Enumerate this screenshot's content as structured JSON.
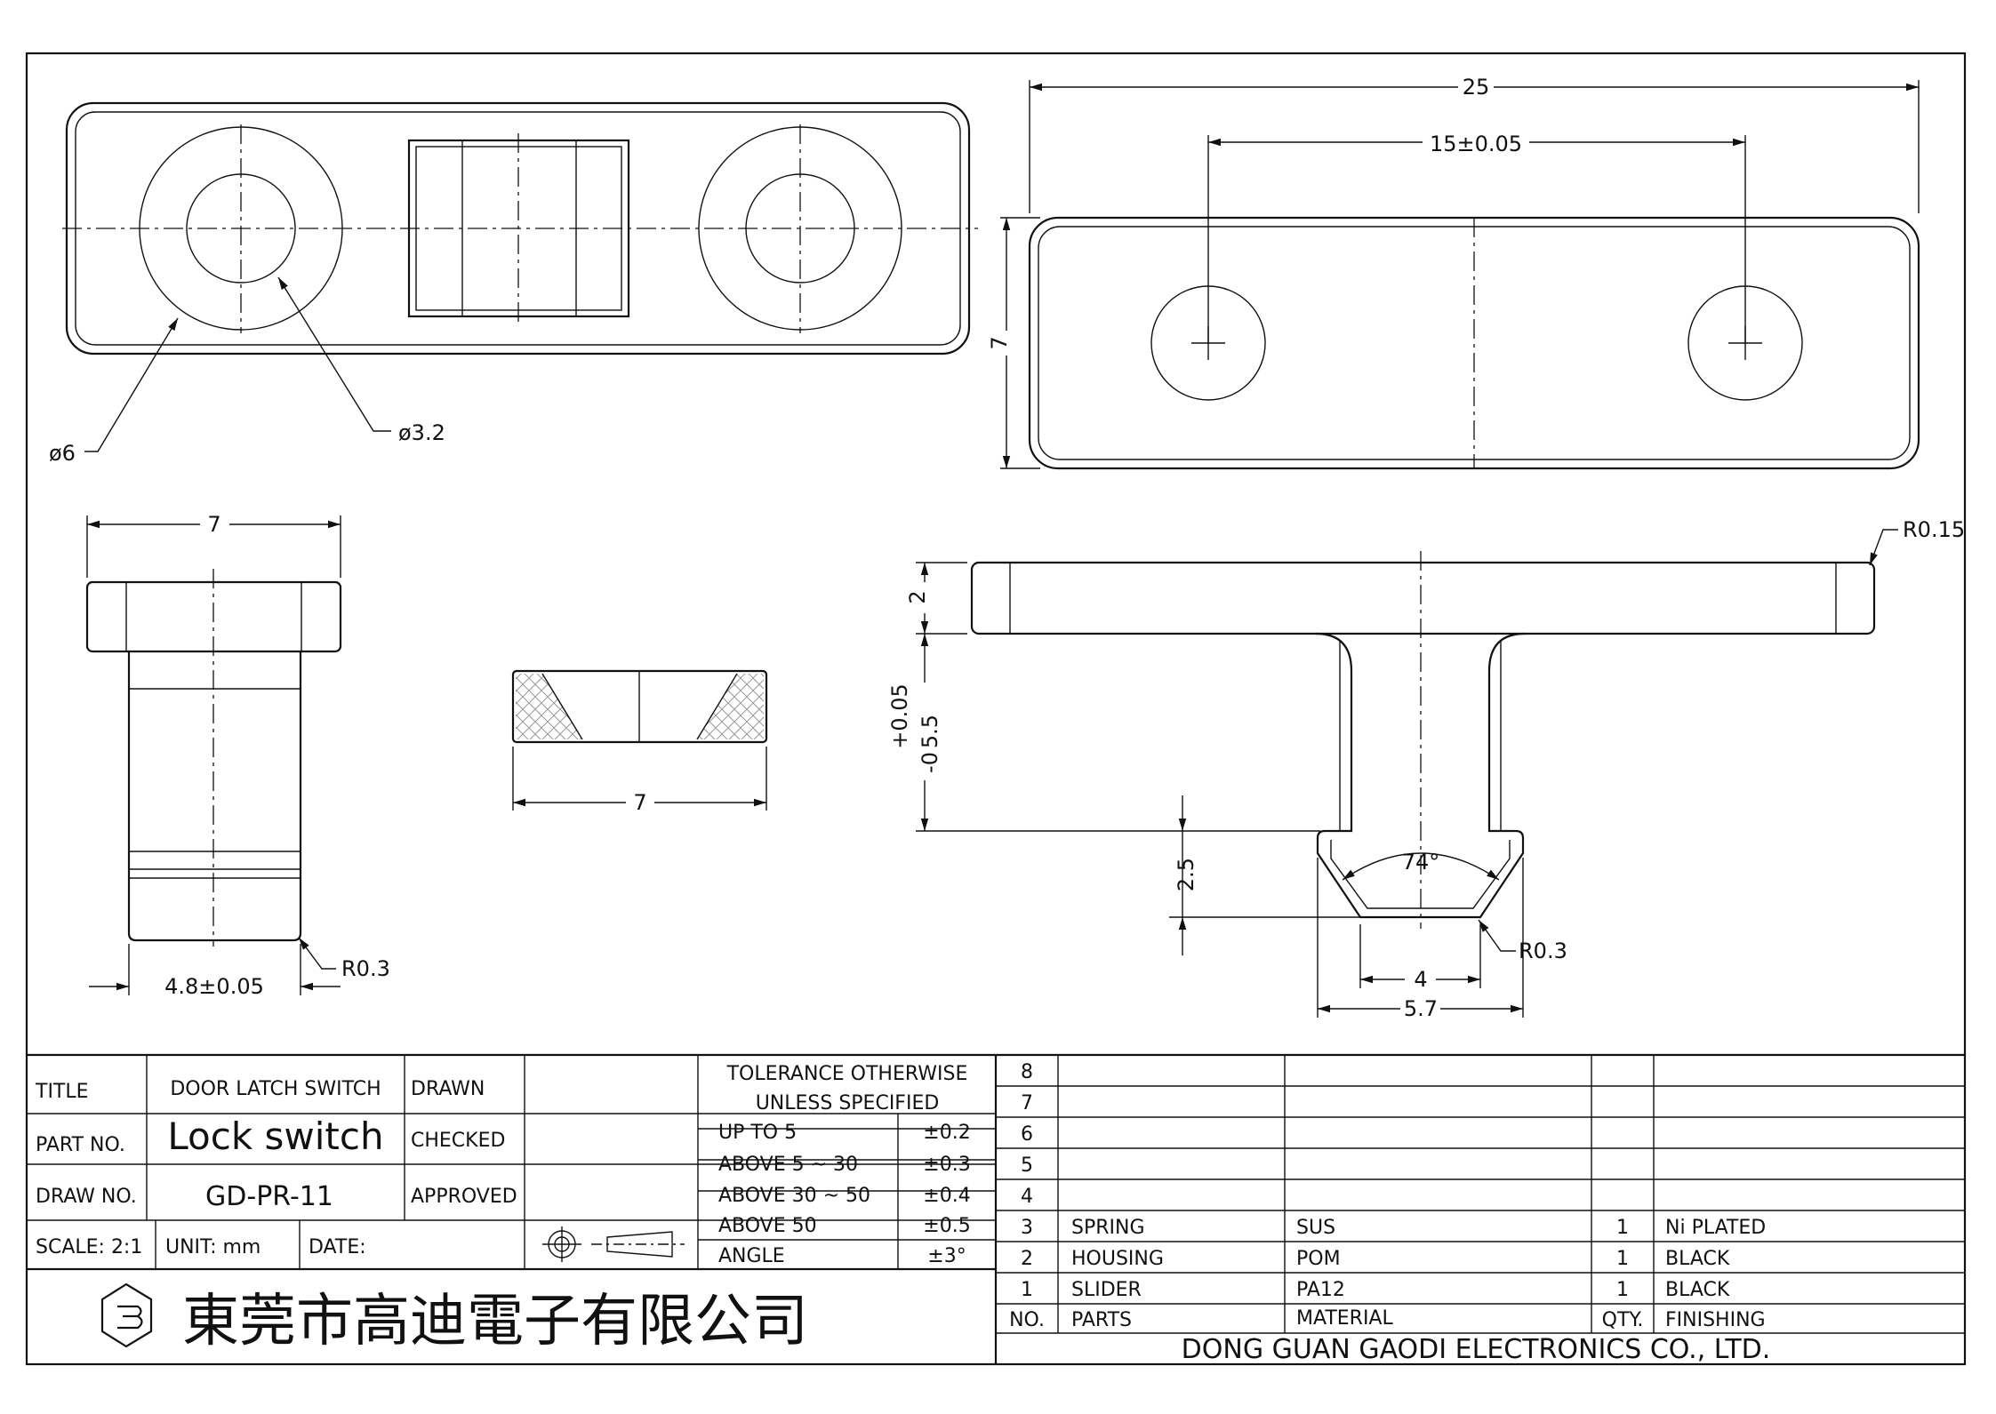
{
  "dimensions": {
    "d6": "ø6",
    "d3_2": "ø3.2",
    "w25": "25",
    "w15": "15±0.05",
    "h7_top": "7",
    "w7_side": "7",
    "w4_8": "4.8±0.05",
    "r0_3_side": "R0.3",
    "w7_mid": "7",
    "h2": "2",
    "h5_5": "5.5",
    "tol_plus": "+0.05",
    "tol_minus": "-0",
    "h2_5": "2.5",
    "angle74": "74°",
    "w4": "4",
    "w5_7": "5.7",
    "r0_3_front": "R0.3",
    "r0_15": "R0.15"
  },
  "title_block": {
    "title_label": "TITLE",
    "title_value": "DOOR LATCH SWITCH",
    "part_label": "PART NO.",
    "part_value": "Lock switch",
    "draw_label": "DRAW NO.",
    "draw_value": "GD-PR-11",
    "scale": "SCALE: 2:1",
    "unit": "UNIT: mm",
    "date": "DATE:",
    "drawn": "DRAWN",
    "checked": "CHECKED",
    "approved": "APPROVED",
    "company_cn": "東莞市高迪電子有限公司",
    "company_en": "DONG GUAN GAODI ELECTRONICS CO., LTD."
  },
  "tolerance": {
    "header1": "TOLERANCE OTHERWISE",
    "header2": "UNLESS SPECIFIED",
    "rows": [
      {
        "range": "UP TO 5",
        "value": "±0.2"
      },
      {
        "range": "ABOVE 5 ~ 30",
        "value": "±0.3"
      },
      {
        "range": "ABOVE 30 ~ 50",
        "value": "±0.4"
      },
      {
        "range": "ABOVE 50",
        "value": "±0.5"
      },
      {
        "range": "ANGLE",
        "value": "±3°"
      }
    ]
  },
  "bom": {
    "headers": {
      "no": "NO.",
      "parts": "PARTS",
      "material": "MATERIAL",
      "qty": "QTY.",
      "finishing": "FINISHING"
    },
    "rows": [
      {
        "no": "8",
        "parts": "",
        "material": "",
        "qty": "",
        "finishing": ""
      },
      {
        "no": "7",
        "parts": "",
        "material": "",
        "qty": "",
        "finishing": ""
      },
      {
        "no": "6",
        "parts": "",
        "material": "",
        "qty": "",
        "finishing": ""
      },
      {
        "no": "5",
        "parts": "",
        "material": "",
        "qty": "",
        "finishing": ""
      },
      {
        "no": "4",
        "parts": "",
        "material": "",
        "qty": "",
        "finishing": ""
      },
      {
        "no": "3",
        "parts": "SPRING",
        "material": "SUS",
        "qty": "1",
        "finishing": "Ni PLATED"
      },
      {
        "no": "2",
        "parts": "HOUSING",
        "material": "POM",
        "qty": "1",
        "finishing": "BLACK"
      },
      {
        "no": "1",
        "parts": "SLIDER",
        "material": "PA12",
        "qty": "1",
        "finishing": "BLACK"
      }
    ]
  },
  "icons": {
    "logo": "company-logo-icon",
    "projection": "third-angle-projection-icon"
  }
}
